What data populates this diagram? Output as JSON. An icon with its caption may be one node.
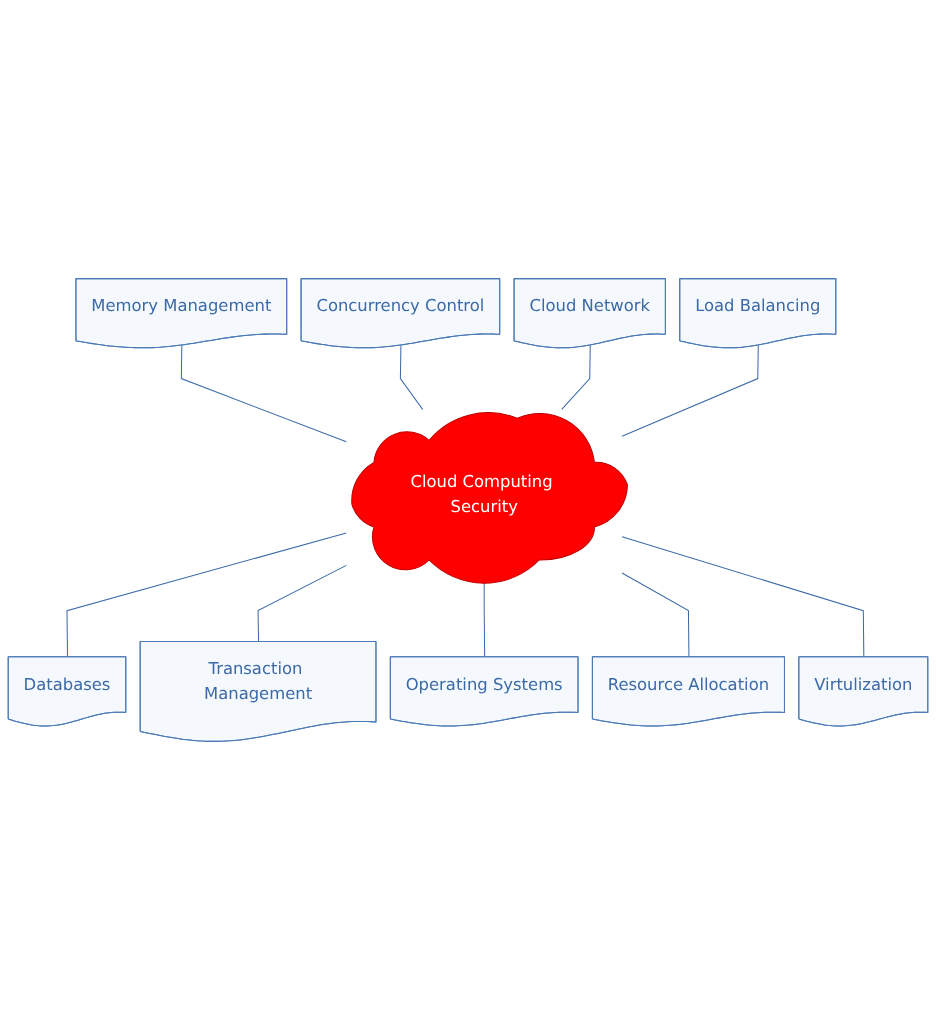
{
  "diagram": {
    "nodes": [
      {
        "text": [
          "Memory Management"
        ]
      },
      {
        "text": [
          "Concurrency Control"
        ]
      },
      {
        "text": [
          "Cloud Network"
        ]
      },
      {
        "text": [
          "Load Balancing"
        ]
      },
      {
        "text": [
          "Cloud Computing Security"
        ]
      },
      {
        "text": [
          "Databases"
        ]
      },
      {
        "text": [
          "Transaction Management"
        ]
      },
      {
        "text": [
          "Operating Systems"
        ]
      },
      {
        "text": [
          "Resource Allocation"
        ]
      },
      {
        "text": [
          "Virtulization"
        ]
      }
    ],
    "edges": [
      {
        "from": 0,
        "to": 4,
        "arrow": "none"
      },
      {
        "from": 1,
        "to": 4,
        "arrow": "none"
      },
      {
        "from": 2,
        "to": 4,
        "arrow": "none"
      },
      {
        "from": 3,
        "to": 4,
        "arrow": "none"
      },
      {
        "from": 4,
        "to": 5,
        "arrow": "none"
      },
      {
        "from": 4,
        "to": 6,
        "arrow": "none"
      },
      {
        "from": 4,
        "to": 7,
        "arrow": "none"
      },
      {
        "from": 4,
        "to": 8,
        "arrow": "none"
      },
      {
        "from": 4,
        "to": 9,
        "arrow": "none"
      }
    ]
  }
}
